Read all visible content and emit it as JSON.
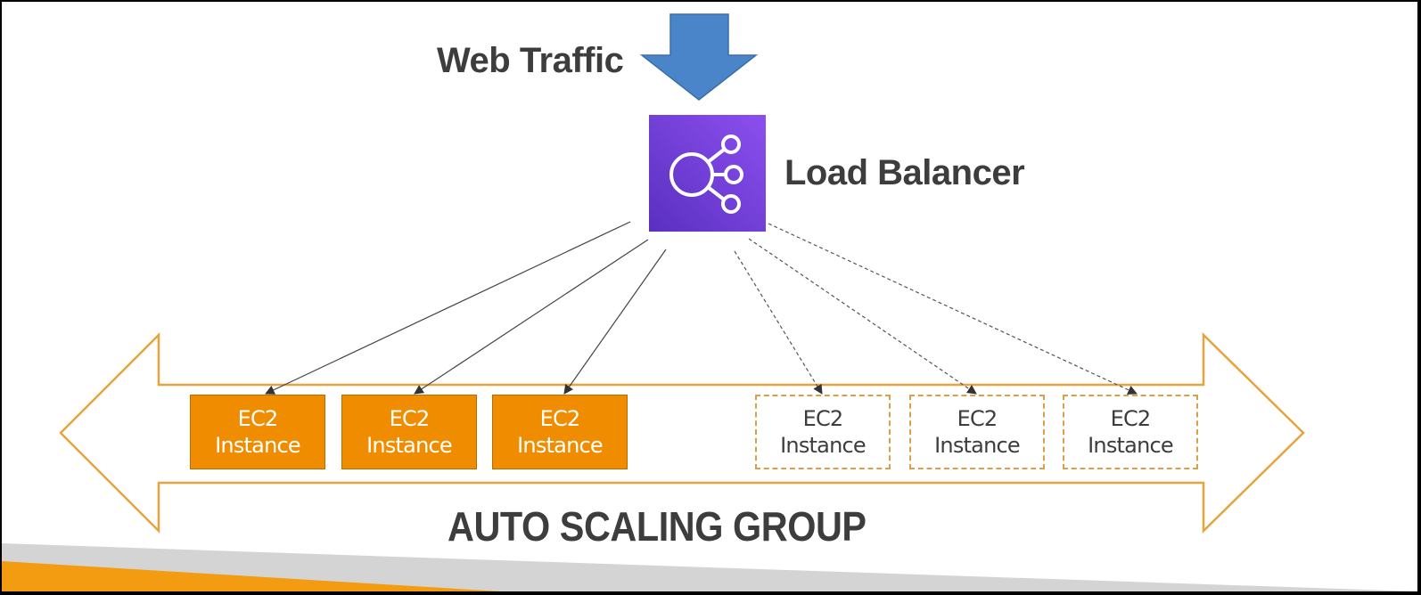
{
  "title_web_traffic": "Web Traffic",
  "load_balancer": {
    "label": "Load Balancer",
    "icon": "elastic-load-balancer-icon",
    "color_top": "#8c4fef",
    "color_bottom": "#5a30c0"
  },
  "web_traffic_arrow": {
    "icon": "arrow-down-icon",
    "color": "#4a84c9"
  },
  "auto_scaling_group": {
    "label": "AUTO SCALING GROUP",
    "arrow_color": "#e8a33c"
  },
  "instances": [
    {
      "line1": "EC2",
      "line2": "Instance",
      "state": "active"
    },
    {
      "line1": "EC2",
      "line2": "Instance",
      "state": "active"
    },
    {
      "line1": "EC2",
      "line2": "Instance",
      "state": "active"
    },
    {
      "line1": "EC2",
      "line2": "Instance",
      "state": "pending"
    },
    {
      "line1": "EC2",
      "line2": "Instance",
      "state": "pending"
    },
    {
      "line1": "EC2",
      "line2": "Instance",
      "state": "pending"
    }
  ],
  "colors": {
    "instance_active": "#f08c00",
    "instance_pending_border": "#d9a04a",
    "footer_orange": "#f39c12",
    "footer_gray": "#d4d4d4",
    "text": "#3d3d3d"
  }
}
